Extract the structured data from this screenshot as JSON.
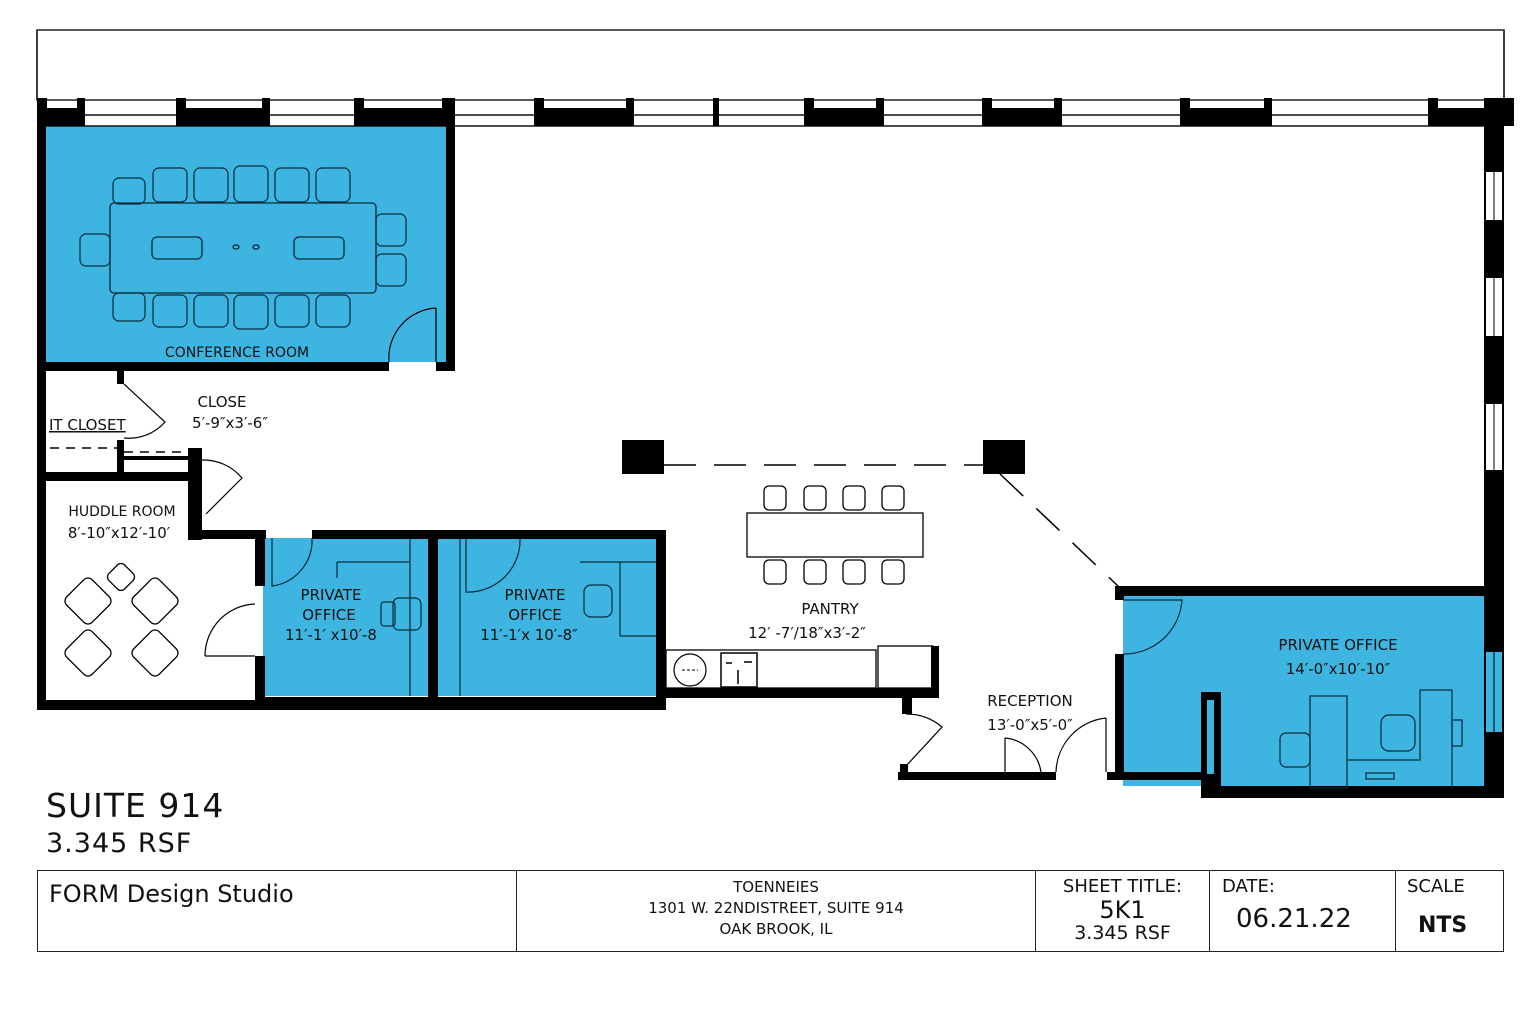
{
  "colors": {
    "room_fill": "#3db5e0",
    "wall": "#000000",
    "line": "#111111",
    "background": "#ffffff"
  },
  "rooms": {
    "conference": {
      "label": "CONFERENCE ROOM"
    },
    "it_closet": {
      "label": "IT  CLOSET"
    },
    "closet": {
      "label": "CLOSE",
      "dims": "5′-9″x3′-6″"
    },
    "huddle": {
      "label": "HUDDLE ROOM",
      "dims": "8′-10″x12′-10′"
    },
    "private_office_1": {
      "label_line1": "PRIVATE",
      "label_line2": "OFFICE",
      "dims": "11′-1′ x10′-8"
    },
    "private_office_2": {
      "label_line1": "PRIVATE",
      "label_line2": "OFFICE",
      "dims": "11′-1′x 10′-8″"
    },
    "pantry": {
      "label": "PANTRY",
      "dims": "12′ -7′/18″x3′-2″"
    },
    "reception": {
      "label": "RECEPTION",
      "dims": "13′-0″x5′-0″"
    },
    "private_office_3": {
      "label": "PRIVATE OFFICE",
      "dims": "14′-0″x10′-10″"
    }
  },
  "suite": {
    "title": "SUITE  914",
    "rsf": "3.345  RSF"
  },
  "title_block": {
    "firm": "FORM Design Studio",
    "client": "TOENNEIES",
    "address_line1": "1301 W. 22NDISTREET, SUITE 914",
    "address_line2": "OAK BROOK, IL",
    "sheet_title_label": "SHEET TITLE:",
    "sheet_title_value": "5K1",
    "sheet_rsf": "3.345 RSF",
    "date_label": "DATE:",
    "date_value": "06.21.22",
    "scale_label": "SCALE",
    "scale_value": "NTS"
  }
}
